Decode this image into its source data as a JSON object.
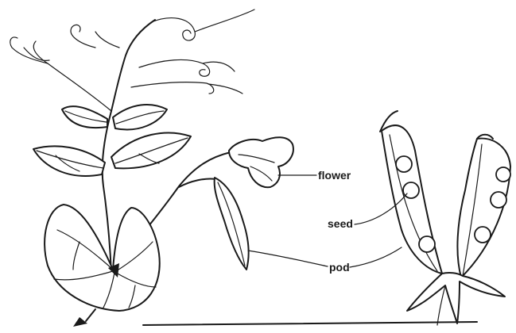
{
  "labels": {
    "flower": "flower",
    "seed": "seed",
    "pod": "pod"
  },
  "colors": {
    "ink": "#1a1a1a",
    "background": "#ffffff"
  }
}
